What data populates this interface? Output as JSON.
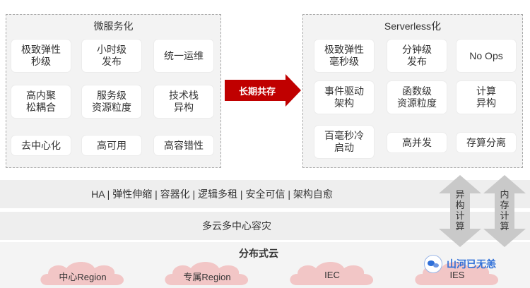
{
  "microservice": {
    "title": "微服务化",
    "cards": [
      "极致弹性\n秒级",
      "小时级\n发布",
      "统一运维",
      "高内聚\n松耦合",
      "服务级\n资源粒度",
      "技术栈\n异构",
      "去中心化",
      "高可用",
      "高容错性"
    ]
  },
  "arrow_label": "长期共存",
  "serverless": {
    "title": "Serverless化",
    "cards": [
      "极致弹性\n毫秒级",
      "分钟级\n发布",
      "No Ops",
      "事件驱动\n架构",
      "函数级\n资源粒度",
      "计算\n异构",
      "百毫秒冷\n启动",
      "高并发",
      "存算分离"
    ]
  },
  "bands": {
    "capabilities": "HA  |  弹性伸缩  |  容器化  |  逻辑多租  |  安全可信 | 架构自愈",
    "multicloud": "多云多中心容灾",
    "distributed": "分布式云"
  },
  "vertical_arrows": [
    "异\n构\n计\n算",
    "内\n存\n计\n算"
  ],
  "clouds": [
    "中心Region",
    "专属Region",
    "IEC",
    "IES"
  ],
  "watermark": "山河已无恙",
  "colors": {
    "arrow": "#c00000",
    "cloud": "#f2c6c6",
    "watermark": "#2f6fd8"
  }
}
